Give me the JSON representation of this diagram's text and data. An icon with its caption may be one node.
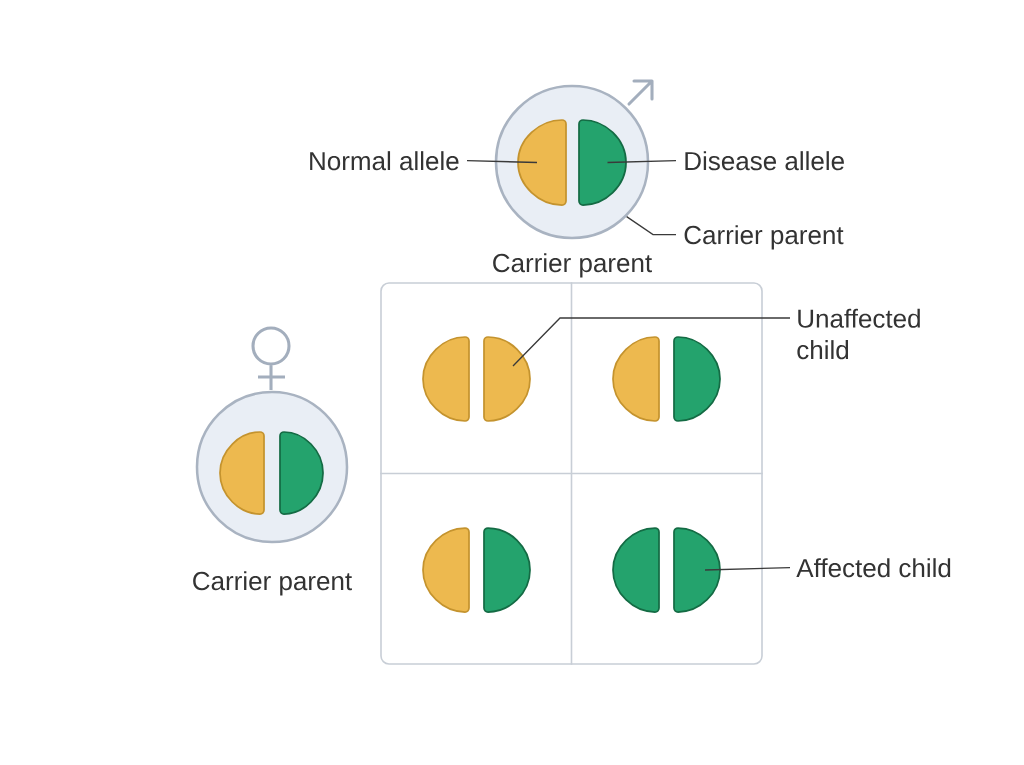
{
  "diagram": {
    "nodes": [
      {
        "text": [
          "Carrier parent"
        ]
      },
      {
        "text": [
          "Normal allele"
        ]
      },
      {
        "text": [],
        "shape": "semicircle",
        "in": 0
      },
      {
        "text": [],
        "shape": "semicircle",
        "in": 0
      },
      {
        "text": [
          "Disease allele"
        ]
      },
      {
        "text": [
          "Carrier parent"
        ]
      },
      {
        "text": [],
        "shape": "box"
      },
      {
        "text": [],
        "shape": "semicircle",
        "in": 6
      },
      {
        "text": [],
        "shape": "semicircle",
        "in": 6
      },
      {
        "text": [
          "Unaffected child"
        ]
      },
      {
        "text": [],
        "shape": "semicircle",
        "in": 6
      },
      {
        "text": [],
        "shape": "semicircle",
        "in": 6
      },
      {
        "text": [
          "Carrier parent"
        ]
      },
      {
        "text": [],
        "shape": "semicircle",
        "in": 12
      },
      {
        "text": [],
        "shape": "semicircle",
        "in": 12
      },
      {
        "text": [],
        "shape": "semicircle",
        "in": 6
      },
      {
        "text": [],
        "shape": "semicircle",
        "in": 6
      },
      {
        "text": [],
        "shape": "semicircle",
        "in": 6
      },
      {
        "text": [],
        "shape": "semicircle",
        "in": 6
      },
      {
        "text": [
          "Affected child"
        ]
      }
    ],
    "edges": [
      {
        "from": 1,
        "to": 2,
        "arrow": "none"
      },
      {
        "from": 4,
        "to": 3,
        "arrow": "none"
      },
      {
        "from": 5,
        "to": 0,
        "arrow": "none"
      },
      {
        "from": 9,
        "to": 8,
        "arrow": "none"
      },
      {
        "from": 19,
        "to": 18,
        "arrow": "none"
      }
    ]
  }
}
